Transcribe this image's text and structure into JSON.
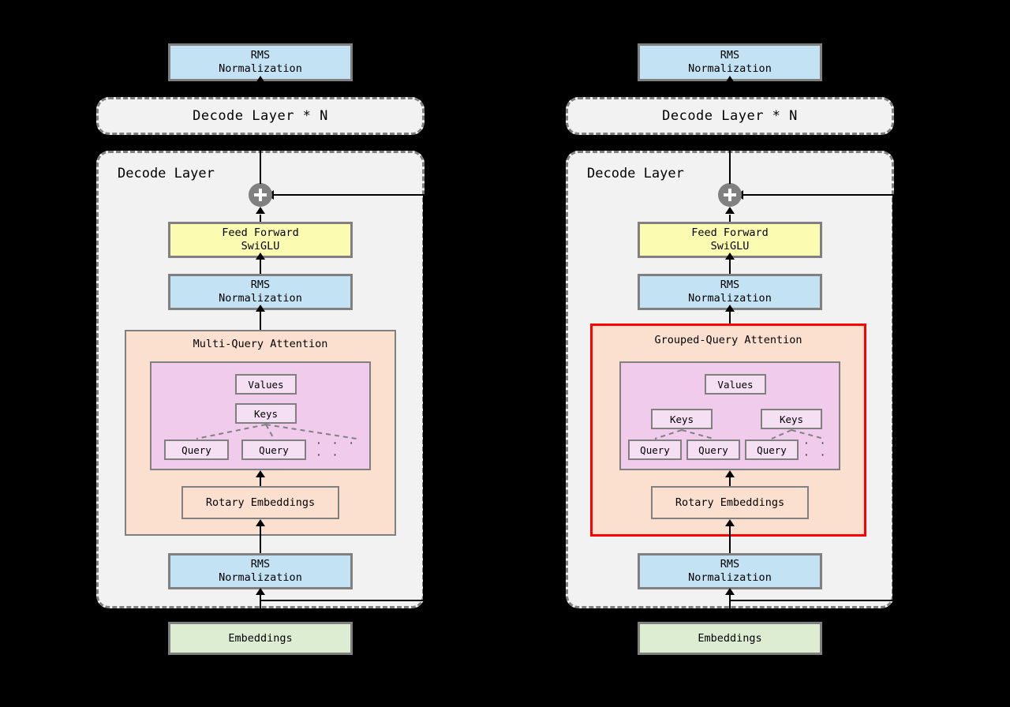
{
  "meta": {
    "background": "#000000",
    "colors": {
      "rms_fill": "#c3e3f5",
      "ffn_fill": "#fbfbb2",
      "embed_fill": "#dcedd2",
      "attention_fill": "#fbe0d0",
      "qkv_fill": "#f0cbec",
      "mini_fill": "#f5dff3",
      "container_fill": "#f2f2f2",
      "border_gray": "#808080",
      "highlight_red": "#ff0000",
      "line_black": "#000000"
    }
  },
  "labels": {
    "rms_normalization": "RMS\nNormalization",
    "decode_layer_n": "Decode Layer * N",
    "decode_layer": "Decode Layer",
    "feed_forward": "Feed Forward\nSwiGLU",
    "rotary_embeddings": "Rotary Embeddings",
    "embeddings": "Embeddings",
    "values": "Values",
    "keys": "Keys",
    "query": "Query",
    "ellipsis_long": "· · · · ·",
    "ellipsis_short": "· · · ·",
    "plus": "+"
  },
  "diagrams": [
    {
      "id": "multi-query-attention",
      "side": "left",
      "attention_title": "Multi-Query Attention",
      "highlighted": false,
      "kv_groups": [
        {
          "keys_label": "Keys",
          "queries": [
            "Query",
            "Query"
          ],
          "trailing_ellipsis": true
        }
      ],
      "values_label": "Values",
      "top_norm": "RMS\nNormalization",
      "post_attn_norm": "RMS\nNormalization",
      "pre_attn_norm": "RMS\nNormalization",
      "ffn_label": "Feed Forward\nSwiGLU",
      "rotary_label": "Rotary Embeddings",
      "embeddings_label": "Embeddings",
      "stack_label": "Decode Layer * N",
      "layer_label": "Decode Layer"
    },
    {
      "id": "grouped-query-attention",
      "side": "right",
      "attention_title": "Grouped-Query Attention",
      "highlighted": true,
      "kv_groups": [
        {
          "keys_label": "Keys",
          "queries": [
            "Query",
            "Query"
          ],
          "trailing_ellipsis": false
        },
        {
          "keys_label": "Keys",
          "queries": [
            "Query"
          ],
          "trailing_ellipsis": true
        }
      ],
      "values_label": "Values",
      "top_norm": "RMS\nNormalization",
      "post_attn_norm": "RMS\nNormalization",
      "pre_attn_norm": "RMS\nNormalization",
      "ffn_label": "Feed Forward\nSwiGLU",
      "rotary_label": "Rotary Embeddings",
      "embeddings_label": "Embeddings",
      "stack_label": "Decode Layer * N",
      "layer_label": "Decode Layer"
    }
  ]
}
